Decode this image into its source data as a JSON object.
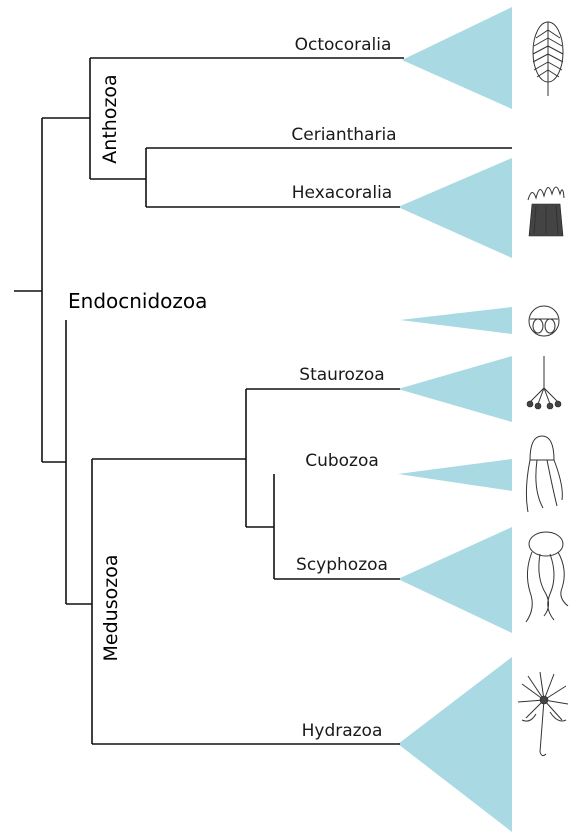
{
  "colors": {
    "wedge": "#a9d9e2",
    "branch": "#111111"
  },
  "taxa": {
    "octocoralia": "Octocoralia",
    "ceriantharia": "Ceriantharia",
    "hexacoralia": "Hexacoralia",
    "endocnidozoa_tip": "",
    "staurozoa": "Staurozoa",
    "cubozoa": "Cubozoa",
    "scyphozoa": "Scyphozoa",
    "hydrazoa": "Hydrazoa"
  },
  "clades": {
    "anthozoa": "Anthozoa",
    "endocnidozoa": "Endocnidozoa",
    "medusozoa": "Medusozoa"
  },
  "icons": [
    "sea-pen-icon",
    "sea-anemone-icon",
    "myxozoan-spore-icon",
    "stalked-jellyfish-icon",
    "box-jellyfish-icon",
    "true-jellyfish-icon",
    "hydroid-icon"
  ]
}
